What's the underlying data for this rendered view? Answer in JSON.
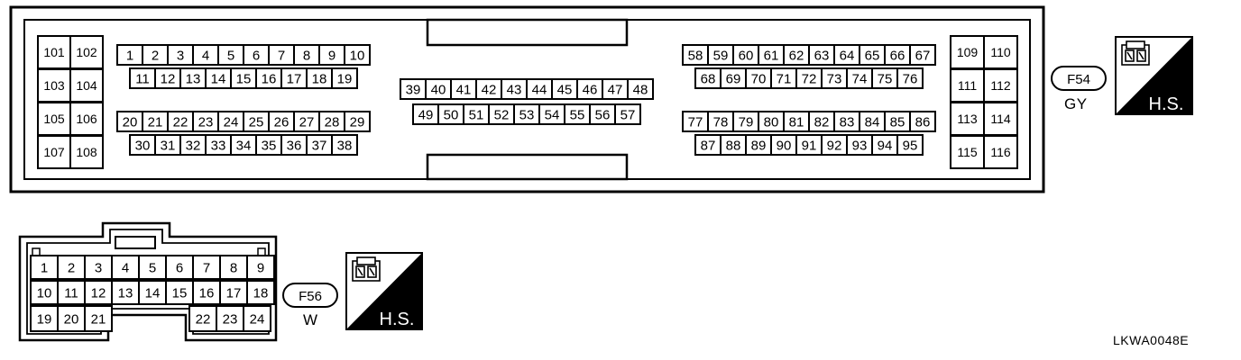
{
  "connector_f54": {
    "id": "F54",
    "color_code": "GY",
    "badge": "H.S.",
    "left_block": [
      "101",
      "102",
      "103",
      "104",
      "105",
      "106",
      "107",
      "108"
    ],
    "upper_left_top": [
      "1",
      "2",
      "3",
      "4",
      "5",
      "6",
      "7",
      "8",
      "9",
      "10"
    ],
    "upper_left_bottom": [
      "11",
      "12",
      "13",
      "14",
      "15",
      "16",
      "17",
      "18",
      "19"
    ],
    "lower_left_top": [
      "20",
      "21",
      "22",
      "23",
      "24",
      "25",
      "26",
      "27",
      "28",
      "29"
    ],
    "lower_left_bottom": [
      "30",
      "31",
      "32",
      "33",
      "34",
      "35",
      "36",
      "37",
      "38"
    ],
    "center_top": [
      "39",
      "40",
      "41",
      "42",
      "43",
      "44",
      "45",
      "46",
      "47",
      "48"
    ],
    "center_bottom": [
      "49",
      "50",
      "51",
      "52",
      "53",
      "54",
      "55",
      "56",
      "57"
    ],
    "upper_right_top": [
      "58",
      "59",
      "60",
      "61",
      "62",
      "63",
      "64",
      "65",
      "66",
      "67"
    ],
    "upper_right_bottom": [
      "68",
      "69",
      "70",
      "71",
      "72",
      "73",
      "74",
      "75",
      "76"
    ],
    "lower_right_top": [
      "77",
      "78",
      "79",
      "80",
      "81",
      "82",
      "83",
      "84",
      "85",
      "86"
    ],
    "lower_right_bottom": [
      "87",
      "88",
      "89",
      "90",
      "91",
      "92",
      "93",
      "94",
      "95"
    ],
    "right_block": [
      "109",
      "110",
      "111",
      "112",
      "113",
      "114",
      "115",
      "116"
    ]
  },
  "connector_f56": {
    "id": "F56",
    "color_code": "W",
    "badge": "H.S.",
    "row1": [
      "1",
      "2",
      "3",
      "4",
      "5",
      "6",
      "7",
      "8",
      "9"
    ],
    "row2": [
      "10",
      "11",
      "12",
      "13",
      "14",
      "15",
      "16",
      "17",
      "18"
    ],
    "row3_left": [
      "19",
      "20",
      "21"
    ],
    "row3_right": [
      "22",
      "23",
      "24"
    ]
  },
  "figure_code": "LKWA0048E"
}
